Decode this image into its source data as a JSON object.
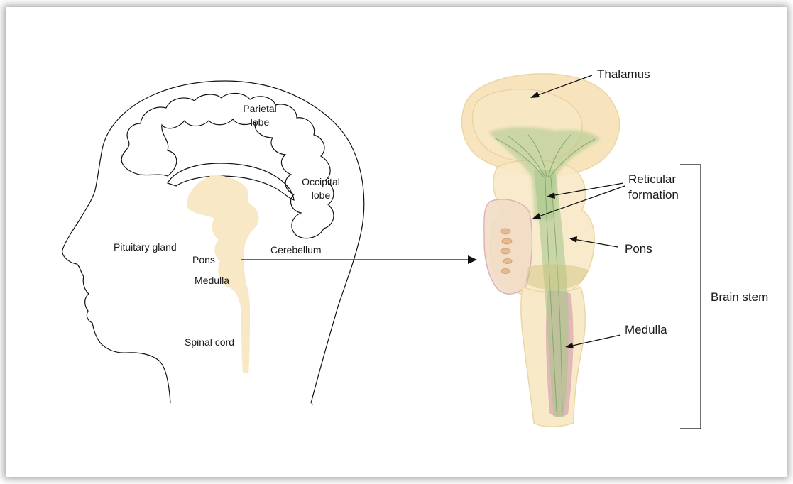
{
  "head_labels": {
    "parietal_lobe": [
      "Parietal",
      "lobe"
    ],
    "occipital_lobe": [
      "Occipital",
      "lobe"
    ],
    "pituitary_gland": "Pituitary gland",
    "pons": "Pons",
    "medulla": "Medulla",
    "cerebellum": "Cerebellum",
    "spinal_cord": "Spinal cord"
  },
  "brainstem_labels": {
    "thalamus": "Thalamus",
    "reticular_formation": [
      "Reticular",
      "formation"
    ],
    "pons": "Pons",
    "medulla": "Medulla",
    "brain_stem": "Brain stem"
  },
  "colors": {
    "tissue": "#f8e8c6",
    "tissue_edge": "#ecd6a4",
    "reticular_green": "#a8c68c",
    "medulla_pink": "#d7a2ad",
    "outline": "#111111"
  }
}
